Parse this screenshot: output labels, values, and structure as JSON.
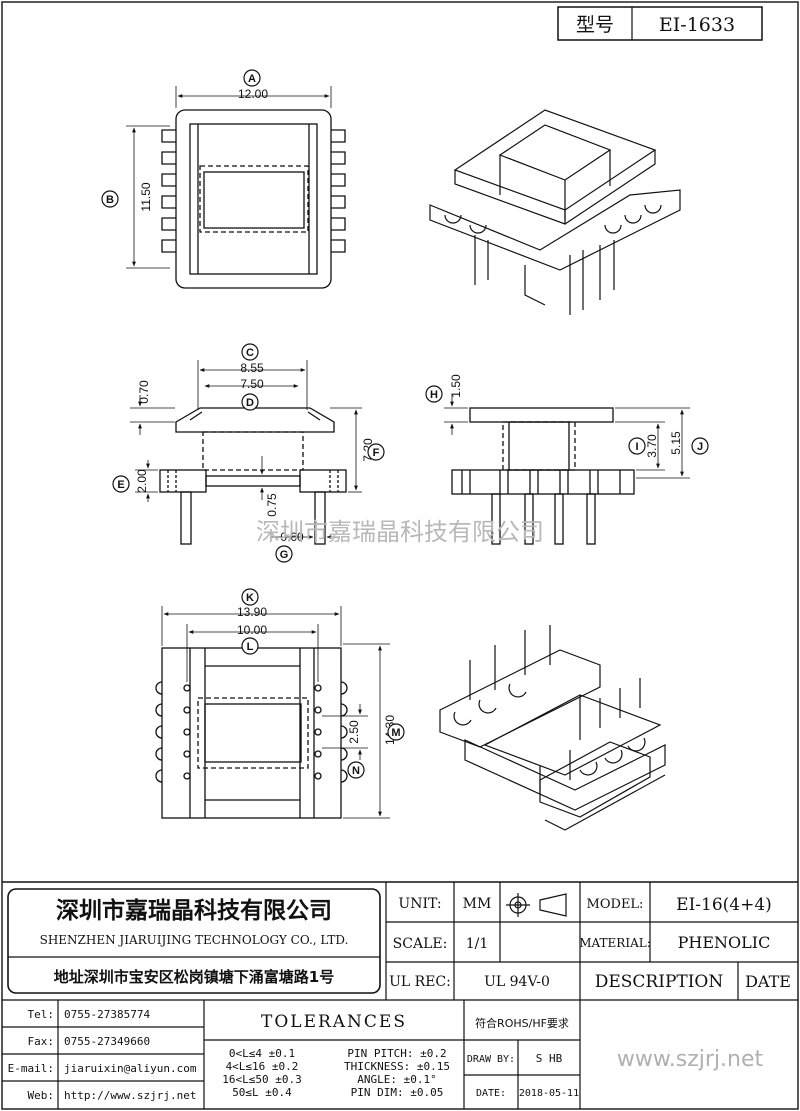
{
  "type_box": {
    "label": "型号",
    "value": "EI-1633"
  },
  "labels": [
    "A",
    "B",
    "C",
    "D",
    "E",
    "F",
    "G",
    "H",
    "I",
    "J",
    "K",
    "L",
    "M",
    "N"
  ],
  "dimensions": {
    "A": "12.00",
    "B": "11.50",
    "C": "8.55",
    "D": "7.50",
    "top_h": "0.70",
    "E": "2.00",
    "F": "7.20",
    "mid_h": "0.75",
    "G": "0.60",
    "H": "1.50",
    "I": "3.70",
    "J": "5.15",
    "K": "13.90",
    "L": "10.00",
    "M": "14.30",
    "N": "2.50"
  },
  "watermark": "深圳市嘉瑞晶科技有限公司",
  "company": {
    "name_cn": "深圳市嘉瑞晶科技有限公司",
    "name_en": "SHENZHEN JIARUIJING TECHNOLOGY CO., LTD.",
    "address": "地址深圳市宝安区松岗镇塘下涌富塘路1号"
  },
  "contact": [
    {
      "label": "Tel:",
      "value": "0755-27385774"
    },
    {
      "label": "Fax:",
      "value": "0755-27349660"
    },
    {
      "label": "E-mail:",
      "value": "jiaruixin@aliyun.com"
    },
    {
      "label": "Web:",
      "value": "http://www.szjrj.net"
    }
  ],
  "spec": {
    "unit_label": "UNIT:",
    "unit": "MM",
    "scale_label": "SCALE:",
    "scale": "1/1",
    "ul_label": "UL REC:",
    "ul": "UL 94V-0",
    "model_label": "MODEL:",
    "model": "EI-16(4+4)",
    "material_label": "MATERIAL:",
    "material": "PHENOLIC",
    "description_label": "DESCRIPTION",
    "date_label": "DATE"
  },
  "tolerances": {
    "title": "TOLERANCES",
    "ranges": [
      "0<L≤4 ±0.1",
      "4<L≤16 ±0.2",
      "16<L≤50 ±0.3",
      "50≤L ±0.4"
    ],
    "others": [
      "PIN PITCH: ±0.2",
      "THICKNESS: ±0.15",
      "ANGLE: ±0.1°",
      "PIN DIM: ±0.05"
    ]
  },
  "rohs": "符合ROHS/HF要求",
  "draw_by_label": "DRAW BY:",
  "draw_by": "S HB",
  "date_label": "DATE:",
  "date": "2018-05-11",
  "website": "www.szjrj.net"
}
